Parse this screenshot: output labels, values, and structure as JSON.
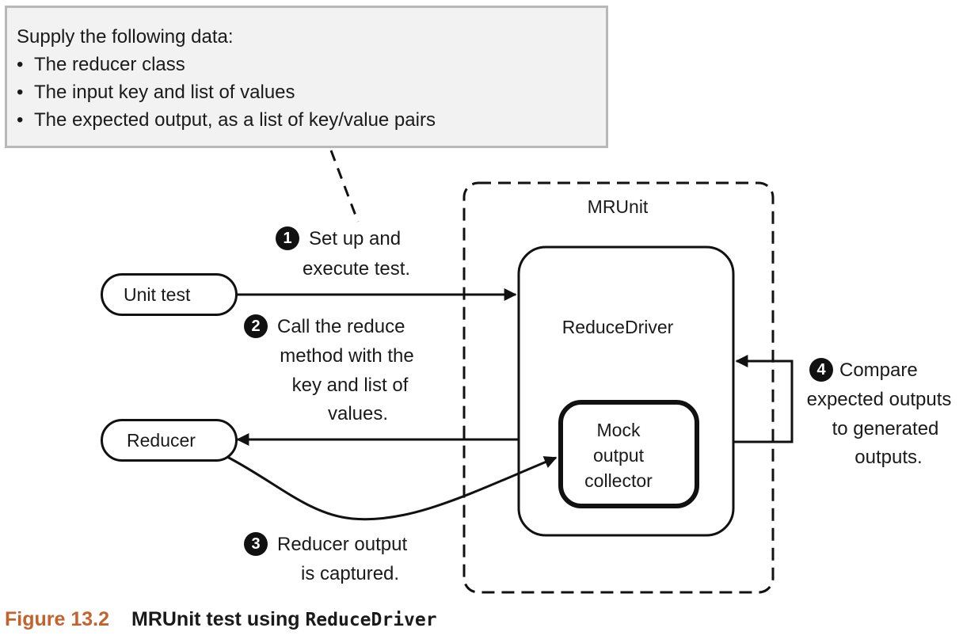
{
  "note": {
    "title": "Supply the following data:",
    "items": [
      "The reducer class",
      "The input key and list of values",
      "The expected output, as a list of key/value pairs"
    ],
    "bullet": "•"
  },
  "steps": [
    {
      "num": "1",
      "lines": [
        "Set up and",
        "execute test."
      ]
    },
    {
      "num": "2",
      "lines": [
        "Call the reduce",
        "method with the",
        "key and list of",
        "values."
      ]
    },
    {
      "num": "3",
      "lines": [
        "Reducer output",
        "is captured."
      ]
    },
    {
      "num": "4",
      "lines": [
        "Compare",
        "expected outputs",
        "to generated",
        "outputs."
      ]
    }
  ],
  "nodes": {
    "unit_test": "Unit test",
    "reducer": "Reducer",
    "mrunit": "MRUnit",
    "reduce_driver": "ReduceDriver",
    "mock_collector": [
      "Mock",
      "output",
      "collector"
    ]
  },
  "caption": {
    "figure": "Figure 13.2",
    "text": "MRUnit test using ",
    "code": "ReduceDriver"
  },
  "colors": {
    "note_bg": "#f2f2f2",
    "note_border": "#b8b8b8",
    "line": "#111111",
    "caption_accent": "#c4622d"
  }
}
